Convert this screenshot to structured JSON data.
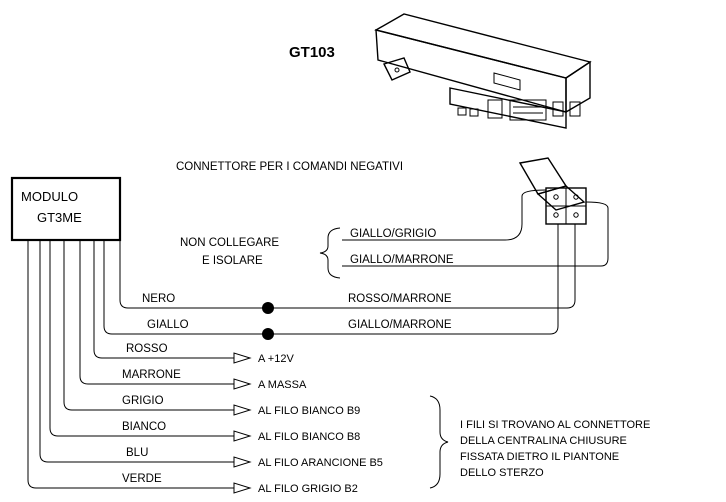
{
  "device": {
    "name": "GT103",
    "connector_caption": "CONNETTORE PER I COMANDI NEGATIVI"
  },
  "module": {
    "line1": "MODULO",
    "line2": "GT3ME"
  },
  "do_not_connect": {
    "line1": "NON COLLEGARE",
    "line2": "E ISOLARE"
  },
  "isolated_wires": [
    "GIALLO/GRIGIO",
    "GIALLO/MARRONE"
  ],
  "joined_wires": [
    {
      "left": "NERO",
      "right": "ROSSO/MARRONE"
    },
    {
      "left": "GIALLO",
      "right": "GIALLO/MARRONE"
    }
  ],
  "outputs": [
    {
      "wire": "ROSSO",
      "target": "A  +12V"
    },
    {
      "wire": "MARRONE",
      "target": "A MASSA"
    },
    {
      "wire": "GRIGIO",
      "target": "AL FILO BIANCO B9"
    },
    {
      "wire": "BIANCO",
      "target": "AL FILO BIANCO B8"
    },
    {
      "wire": "BLU",
      "target": "AL FILO ARANCIONE B5"
    },
    {
      "wire": "VERDE",
      "target": "AL FILO GRIGIO B2"
    }
  ],
  "note": {
    "line1": "I FILI SI TROVANO AL CONNETTORE",
    "line2": "DELLA CENTRALINA CHIUSURE",
    "line3": "FISSATA DIETRO IL PIANTONE",
    "line4": "DELLO STERZO"
  }
}
